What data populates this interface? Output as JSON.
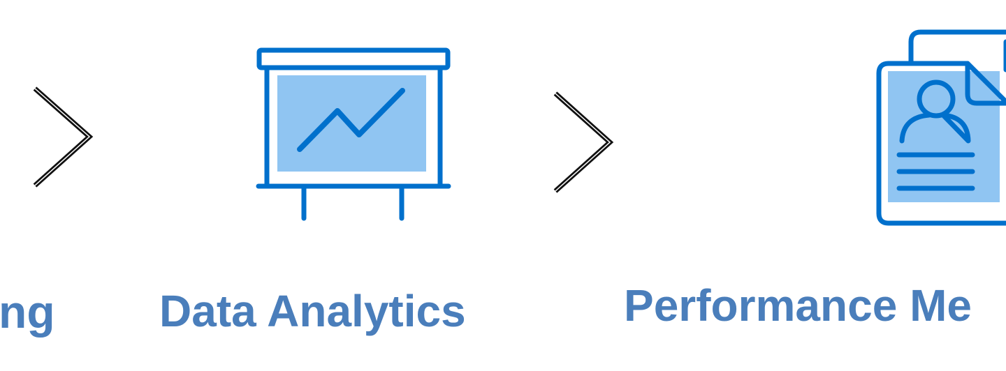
{
  "colors": {
    "icon": "#0070cc",
    "icon_fill": "#90c5f2",
    "label": "#4a7ebb",
    "chevron": "#111111"
  },
  "steps": [
    {
      "label": "ng",
      "icon": "none"
    },
    {
      "label": "Data Analytics",
      "icon": "presentation-chart-icon"
    },
    {
      "label": "Performance Me",
      "icon": "profile-document-icon"
    }
  ]
}
